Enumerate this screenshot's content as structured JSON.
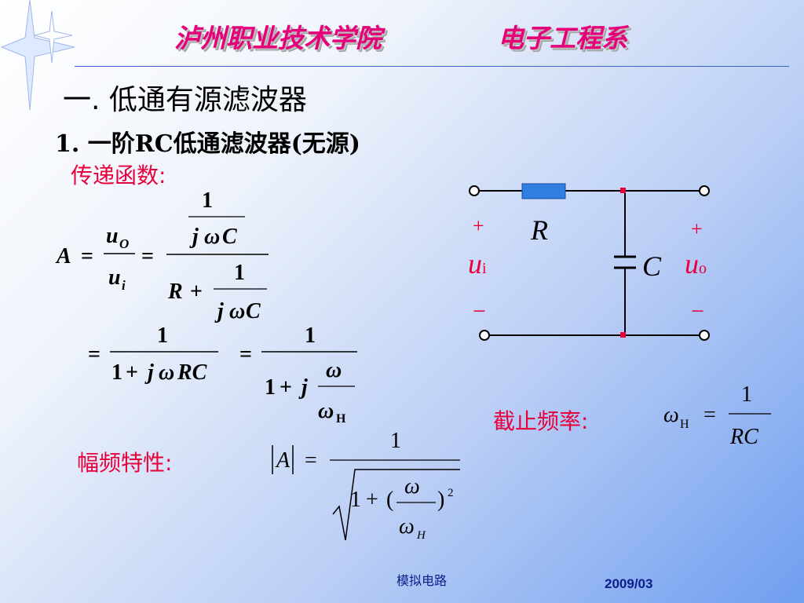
{
  "header": {
    "school": "泸州职业技术学院",
    "department": "电子工程系"
  },
  "section_title": "一. 低通有源滤波器",
  "subsection_title": "1. 一阶RC低通滤波器(无源)",
  "labels": {
    "transfer_function": "传递函数:",
    "cutoff_frequency": "截止频率:",
    "amplitude_frequency": "幅频特性:"
  },
  "formulas": {
    "transfer_function_line1": "A = uO/ui = (1/(jωC)) / (R + 1/(jωC))",
    "transfer_function_line2": "= 1/(1 + jωRC) = 1/(1 + j ω/ωH)",
    "cutoff": "ωH = 1/(RC)",
    "magnitude": "|A| = 1/√(1 + (ω/ωH)²)"
  },
  "circuit": {
    "resistor_label": "R",
    "capacitor_label": "C",
    "input_label": "u",
    "input_sub": "i",
    "output_label": "u",
    "output_sub": "o",
    "plus": "+",
    "minus": "−"
  },
  "footer": {
    "course": "模拟电路",
    "date": "2009/03"
  },
  "colors": {
    "header": "#e6007a",
    "label": "#e8003c",
    "resistor": "#2f7fe0",
    "rule": "#3a64c8"
  }
}
